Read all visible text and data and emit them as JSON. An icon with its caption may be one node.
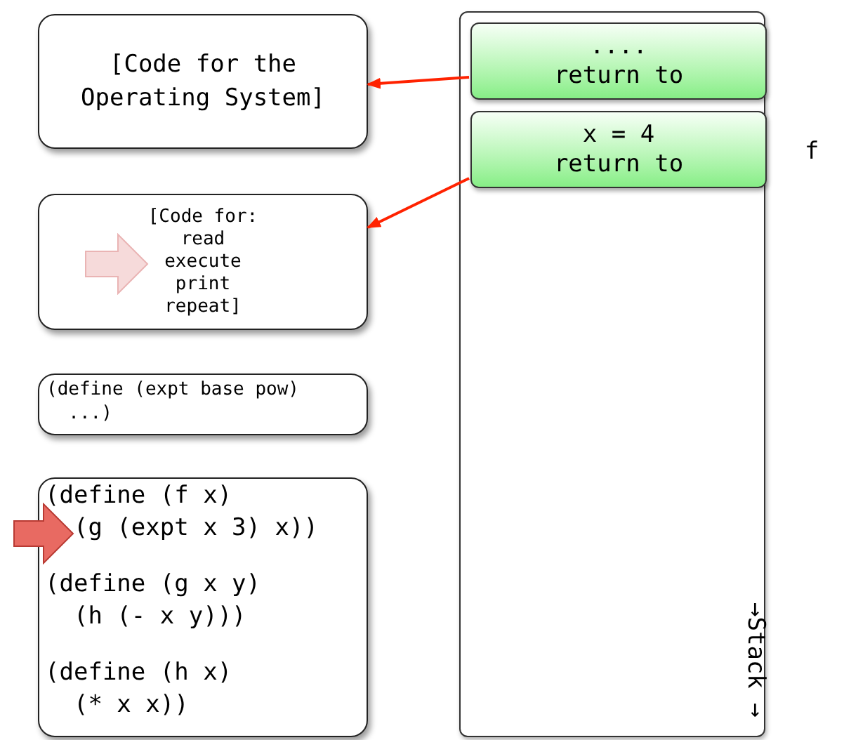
{
  "diagram": {
    "nodes": [
      {
        "text": [
          "[Code for the Operating System]"
        ]
      },
      {
        "text": [
          "[Code for: read execute print repeat]"
        ]
      },
      {
        "text": [
          "(define (expt base pow)",
          "...)"
        ]
      },
      {
        "text": [
          "(define (f x)",
          "(g (expt x 3) x))",
          "(define (g x y)",
          "(h (- x y)))",
          "(define (h x)",
          "(* x x))"
        ]
      },
      {
        "text": [
          "→Stack →"
        ]
      },
      {
        "text": [
          "....",
          "return to"
        ],
        "in": 4
      },
      {
        "text": [
          "x = 4",
          "return to"
        ],
        "in": 4,
        "beside": [
          "f"
        ]
      }
    ],
    "edges": [
      {
        "from": 5,
        "to": 0,
        "arrow": "to"
      },
      {
        "from": 6,
        "to": 1,
        "arrow": "to"
      }
    ]
  }
}
